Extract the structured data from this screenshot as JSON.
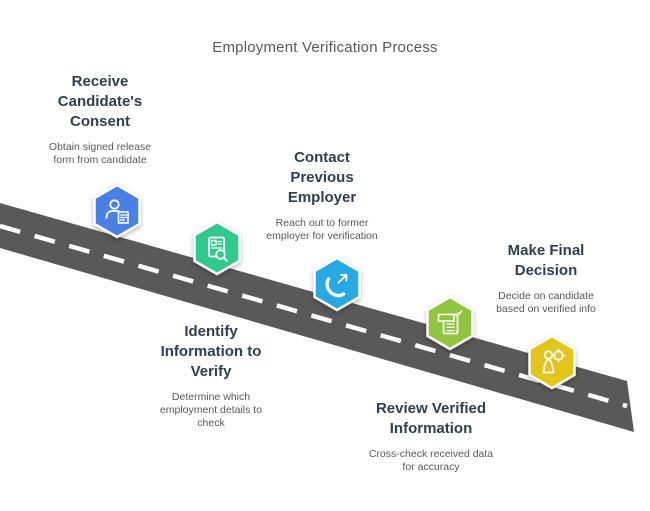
{
  "title": "Employment Verification Process",
  "colors": {
    "road": "#595959",
    "road_dash": "#ffffff",
    "heading_text": "#2e3f4f",
    "body_text": "#595959"
  },
  "steps": [
    {
      "heading": "Receive Candidate's Consent",
      "description": "Obtain signed release form from candidate",
      "color": "#4a80e4",
      "icon": "person-consent-icon"
    },
    {
      "heading": "Identify Information to Verify",
      "description": "Determine which employment details to check",
      "color": "#32ca8c",
      "icon": "document-search-icon"
    },
    {
      "heading": "Contact Previous Employer",
      "description": "Reach out to former employer for verification",
      "color": "#29a9e1",
      "icon": "phone-outgoing-icon"
    },
    {
      "heading": "Review Verified Information",
      "description": "Cross-check received data for accuracy",
      "color": "#90c53f",
      "icon": "form-check-icon"
    },
    {
      "heading": "Make Final Decision",
      "description": "Decide on candidate based on verified info",
      "color": "#e3c51b",
      "icon": "candidate-target-icon"
    }
  ]
}
